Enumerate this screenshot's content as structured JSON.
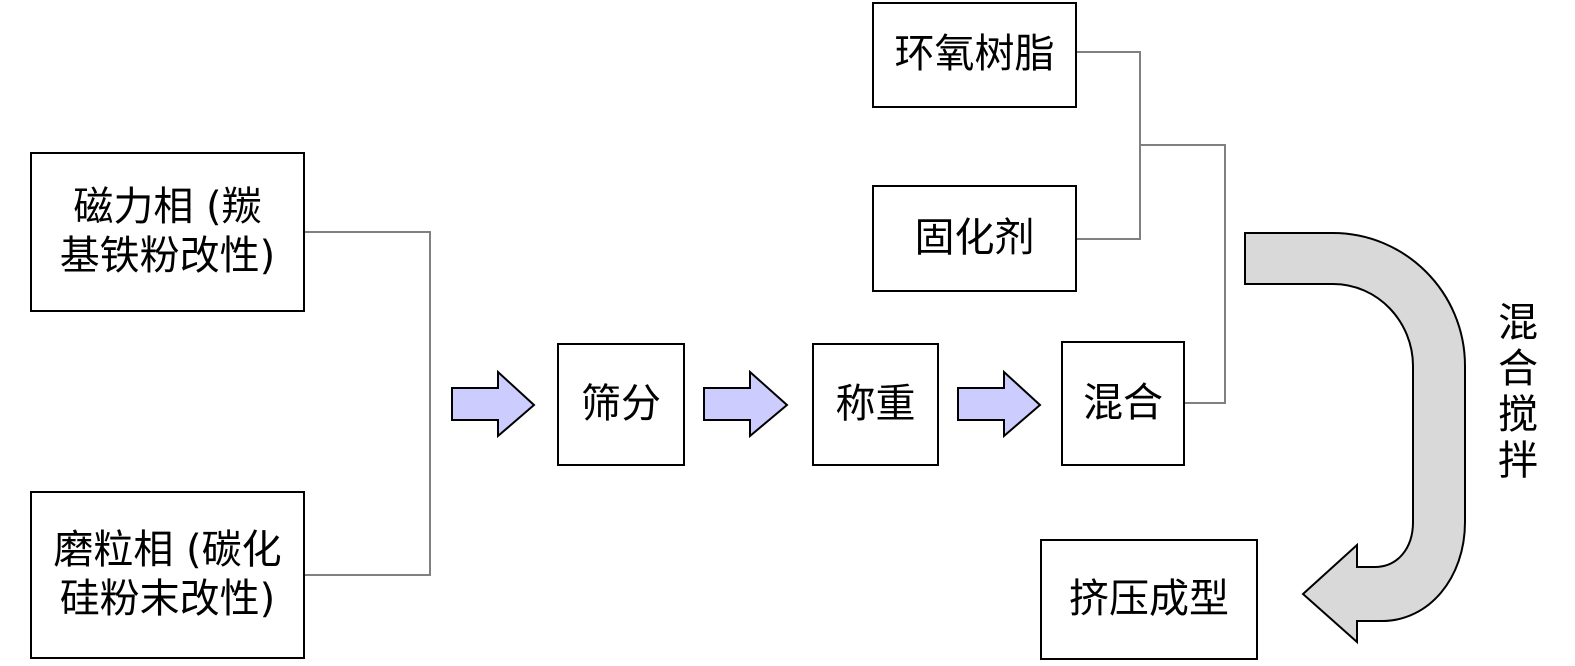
{
  "diagram": {
    "nodes": {
      "magnetic_phase": {
        "line_1": "磁力相 (羰",
        "line_2": "基铁粉改性)"
      },
      "abrasive_phase": {
        "line_1": "磨粒相 (碳化",
        "line_2": "硅粉末改性)"
      },
      "sieving": {
        "label": "筛分"
      },
      "weighing": {
        "label": "称重"
      },
      "mixing": {
        "label": "混合"
      },
      "epoxy_resin": {
        "label": "环氧树脂"
      },
      "curing_agent": {
        "label": "固化剂"
      },
      "extrusion_molding": {
        "label": "挤压成型"
      }
    },
    "labels": {
      "mixing_stirring": [
        "混",
        "合",
        "搅",
        "拌"
      ]
    },
    "colors": {
      "line": "#808080",
      "box_border": "#000000",
      "arrow_fill": "#ccccff",
      "curved_arrow_fill": "#d9d9d9",
      "text": "#000000"
    }
  }
}
